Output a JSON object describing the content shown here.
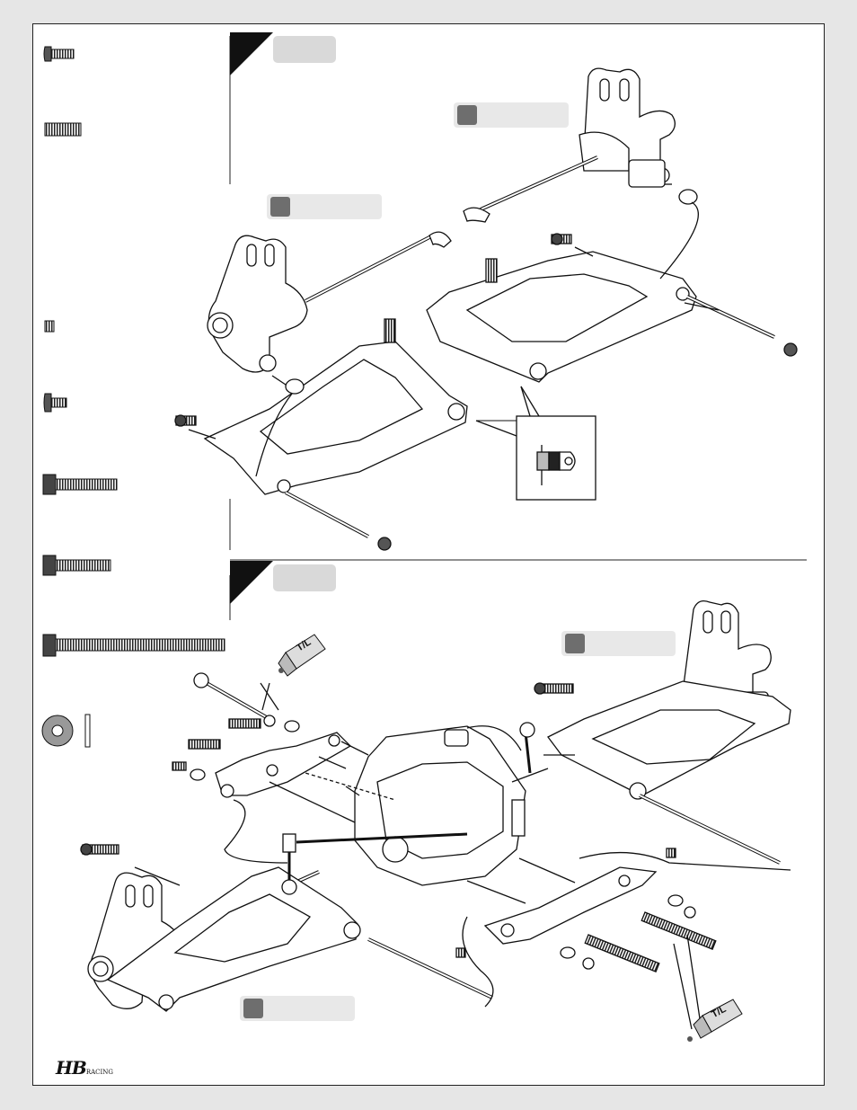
{
  "colors": {
    "page_bg": "#ffffff",
    "outer_bg": "#e6e6e6",
    "ink": "#111111",
    "label_gray": "#d9d9d9",
    "dot_gray": "#6e6e6e"
  },
  "tube_labels": [
    "T/L",
    "T/L"
  ],
  "logo": {
    "brand": "HB",
    "tag": "RACING"
  }
}
